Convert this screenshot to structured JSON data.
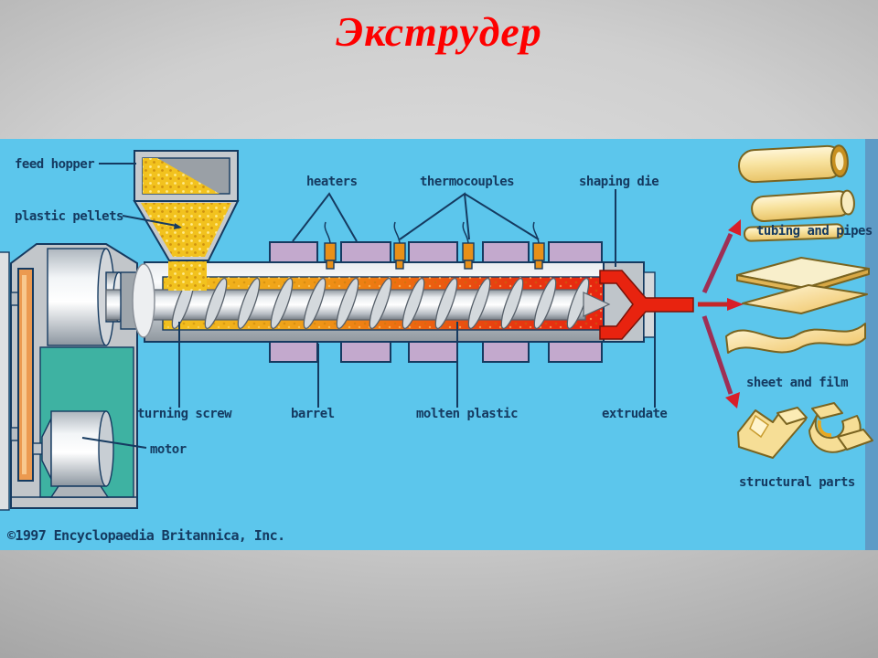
{
  "slide": {
    "title": "Экструдер"
  },
  "diagram": {
    "credit": "©1997 Encyclopaedia Britannica, Inc.",
    "labels": {
      "feed_hopper": "feed hopper",
      "plastic_pellets": "plastic pellets",
      "heaters": "heaters",
      "thermocouples": "thermocouples",
      "shaping_die": "shaping die",
      "turning_screw": "turning screw",
      "barrel": "barrel",
      "molten_plastic": "molten plastic",
      "extrudate": "extrudate",
      "motor": "motor",
      "tubing_and_pipes": "tubing and pipes",
      "sheet_and_film": "sheet and film",
      "structural_parts": "structural parts"
    },
    "colors": {
      "background": "#5CC6EC",
      "right_edge": "#5F9BC6",
      "outline_text": "#153A60",
      "title": "#FE0000",
      "machine_gray": "#C2C6CA",
      "heater": "#C3A9CD",
      "thermocouple": "#E89018",
      "pellets": "#F2C21E",
      "molten_orange": "#EE6A10",
      "die_red": "#E8230F",
      "motor_teal": "#3EB2A2",
      "belt_orange": "#EC9A50",
      "product_yellow": "#F6DE96",
      "arrow_shaft": "#9E2F55",
      "arrow_head": "#D81E28"
    }
  }
}
